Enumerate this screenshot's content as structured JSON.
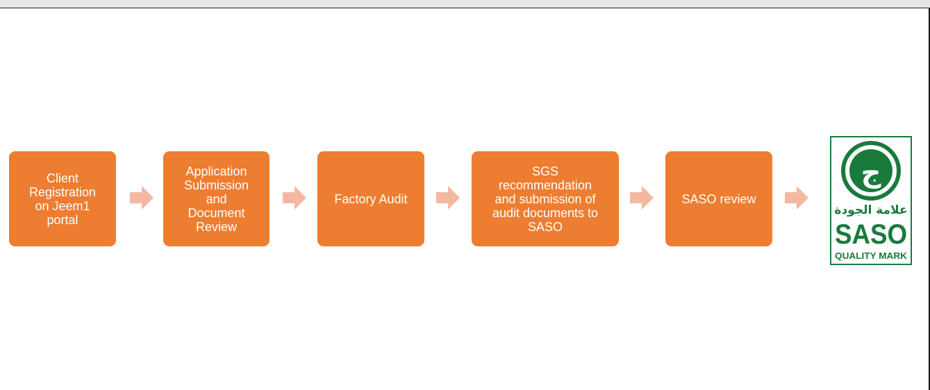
{
  "steps": [
    {
      "label": "Client\nRegistration\non Jeem1\nportal"
    },
    {
      "label": "Application\nSubmission\nand\nDocument\nReview"
    },
    {
      "label": "Factory Audit"
    },
    {
      "label": "SGS\nrecommendation\nand submission of\naudit documents to\nSASO"
    },
    {
      "label": "SASO review"
    }
  ],
  "logo": {
    "arabic": "علامة الجودة",
    "title": "SASO",
    "subtitle": "QUALITY MARK",
    "glyph": "ج"
  },
  "colors": {
    "step_fill": "#ed7d31",
    "arrow_fill": "#f4b8a0",
    "logo_green": "#1a7a3c"
  }
}
